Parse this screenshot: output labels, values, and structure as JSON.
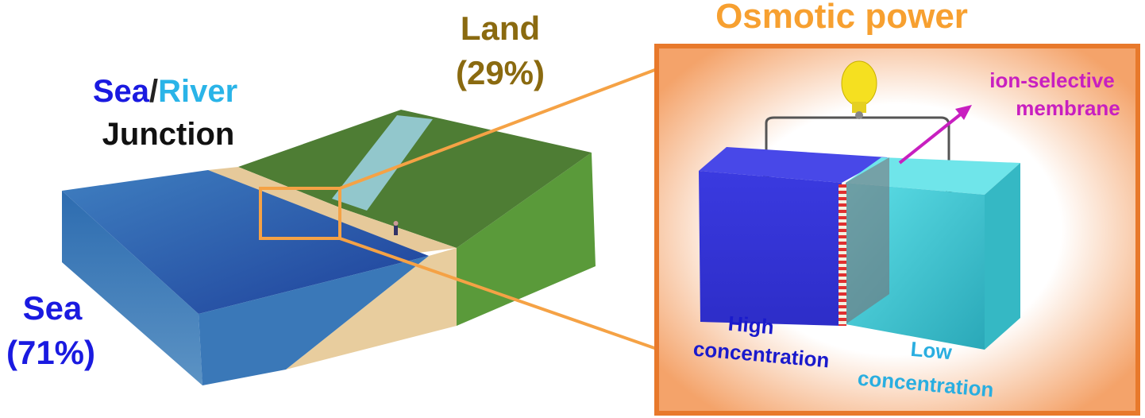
{
  "title": "Osmotic power",
  "labels": {
    "land": "Land",
    "land_pct": "(29%)",
    "sea_part": "Sea",
    "slash": "/",
    "river_part": "River",
    "junction": "Junction",
    "sea": "Sea",
    "sea_pct": "(71%)",
    "membrane_line1": "ion-selective",
    "membrane_line2": "membrane",
    "high_line1": "High",
    "high_line2": "concentration",
    "low_line1": "Low",
    "low_line2": "concentration"
  },
  "colors": {
    "title": "#f7a030",
    "frame": "#e8792b",
    "land_text": "#8a6a10",
    "sea_text": "#1a1ae0",
    "river_text": "#2ab4e8",
    "membrane_text": "#c81fc0",
    "high_text": "#1a1acc",
    "low_text": "#2aaee0"
  }
}
